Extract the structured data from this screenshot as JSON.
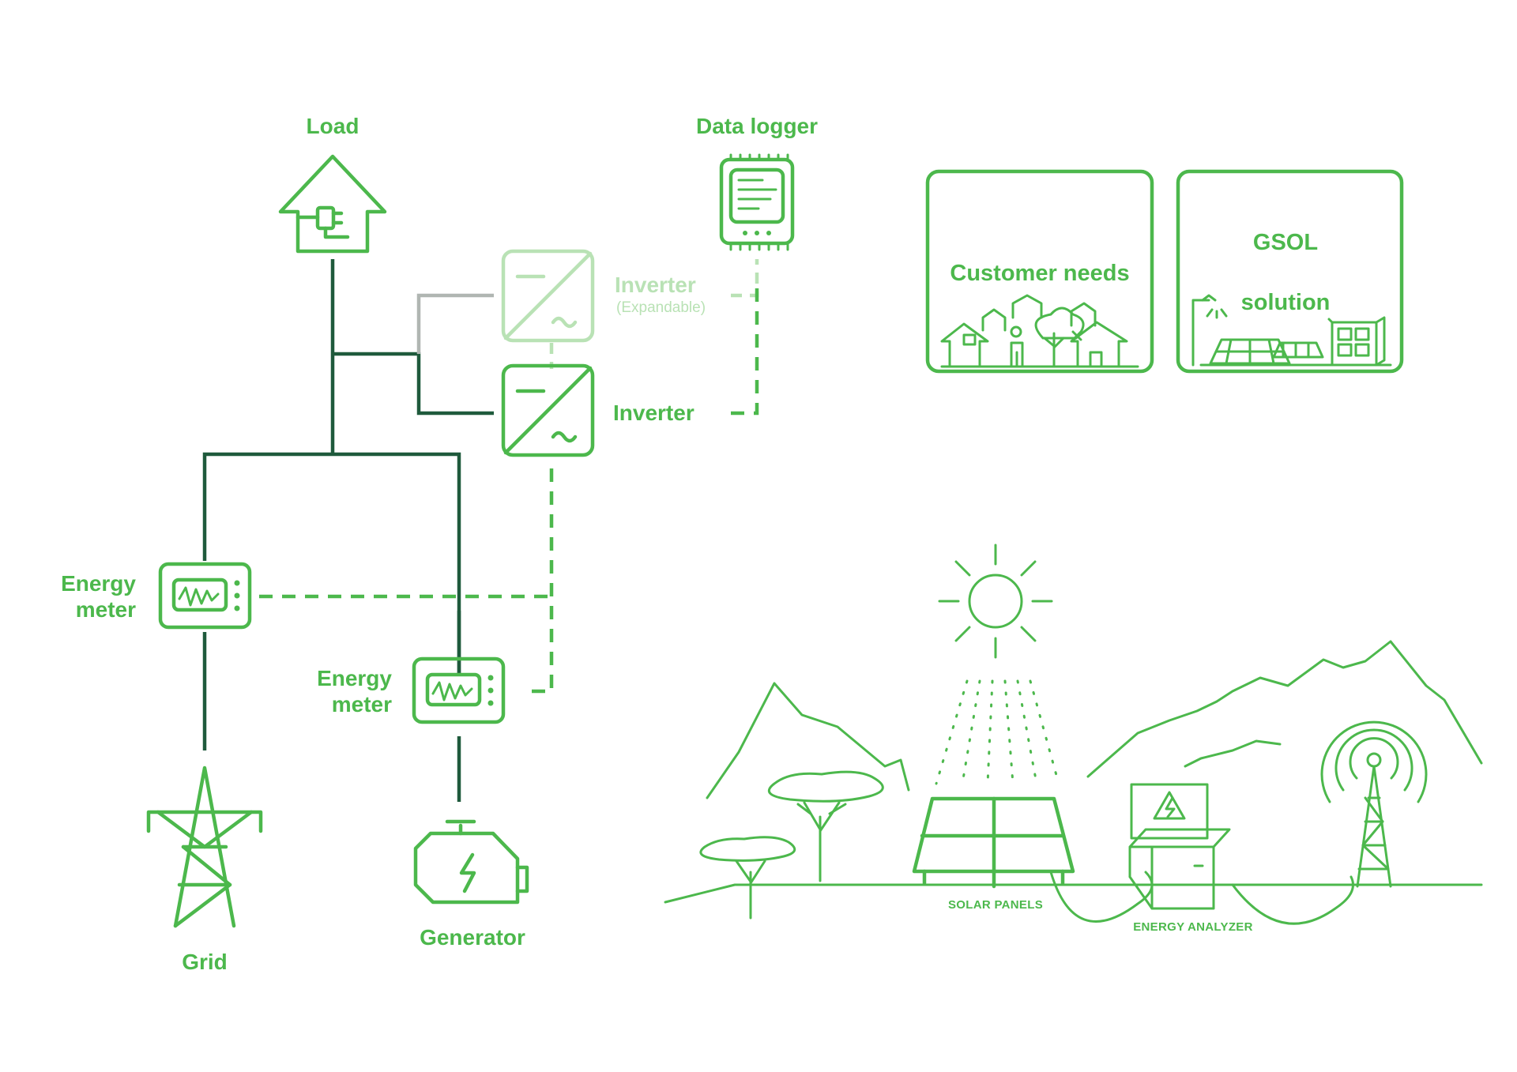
{
  "colors": {
    "accent": "#4cb84c",
    "accent_faded": "#b9e2b5",
    "wire_dark": "#1f5a3c",
    "wire_grey": "#b0b6b2"
  },
  "labels": {
    "load": "Load",
    "data_logger": "Data logger",
    "inverter_expandable": "Inverter",
    "expandable_note": "(Expandable)",
    "inverter": "Inverter",
    "energy_meter_grid_line1": "Energy",
    "energy_meter_grid_line2": "meter",
    "energy_meter_gen_line1": "Energy",
    "energy_meter_gen_line2": "meter",
    "grid": "Grid",
    "generator": "Generator"
  },
  "cards": {
    "customer_title": "Customer needs",
    "gsol_title": "GSOL",
    "gsol_subtitle": "solution"
  },
  "landscape": {
    "solar_panels": "SOLAR PANELS",
    "energy_analyzer": "ENERGY ANALYZER"
  },
  "icons": [
    "house-plug-icon",
    "data-logger-icon",
    "inverter-icon",
    "energy-meter-icon",
    "pylon-icon",
    "generator-icon",
    "sun-icon",
    "solar-panel-icon",
    "cell-tower-icon"
  ]
}
